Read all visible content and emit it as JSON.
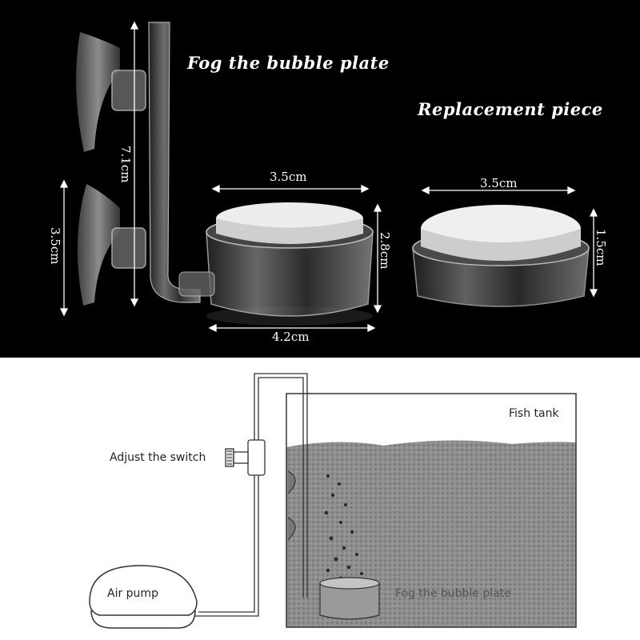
{
  "photo": {
    "caption_product": "Fog the bubble plate",
    "caption_replacement": "Replacement piece",
    "dims": {
      "diffuser_height": "7.1cm",
      "suction_cup": "3.5cm",
      "plate_top_diameter": "3.5cm",
      "diffuser_height_body": "2.8cm",
      "base_diameter": "4.2cm",
      "replacement_diameter": "3.5cm",
      "replacement_height": "1.5cm"
    }
  },
  "diagram": {
    "adjust_label": "Adjust the switch",
    "tank_label": "Fish tank",
    "pump_label": "Air pump",
    "plate_label": "Fog the bubble plate"
  }
}
